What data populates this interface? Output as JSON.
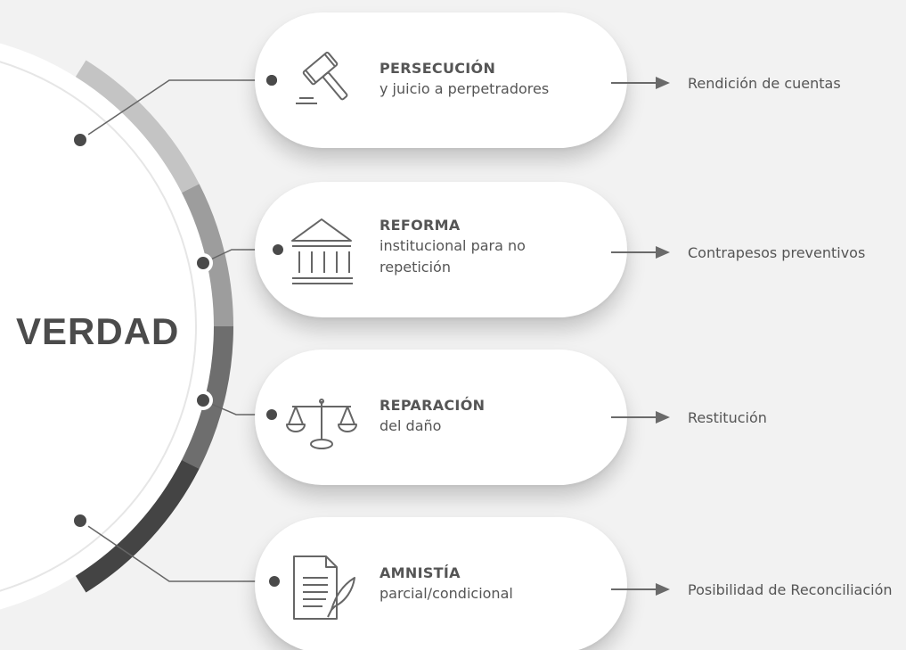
{
  "center": {
    "label": "VERDAD"
  },
  "ring": {
    "segment_colors": [
      "#c4c4c4",
      "#9d9d9d",
      "#6e6e6e",
      "#444444"
    ],
    "inner_border_color": "#e6e6e6"
  },
  "pillars": [
    {
      "icon": "gavel-icon",
      "title": "PERSECUCIÓN",
      "subtitle": "y juicio a perpetradores",
      "outcome": "Rendición de cuentas"
    },
    {
      "icon": "institution-icon",
      "title": "REFORMA",
      "subtitle": "institucional para no repetición",
      "outcome": "Contrapesos preventivos"
    },
    {
      "icon": "scales-icon",
      "title": "REPARACIÓN",
      "subtitle": "del daño",
      "outcome": "Restitución"
    },
    {
      "icon": "document-quill-icon",
      "title": "AMNISTÍA",
      "subtitle": "parcial/condicional",
      "outcome": "Posibilidad de Reconciliación"
    }
  ],
  "colors": {
    "connector": "#666666",
    "arrow": "#6a6a6a",
    "icon_stroke": "#666666",
    "text": "#555555"
  }
}
